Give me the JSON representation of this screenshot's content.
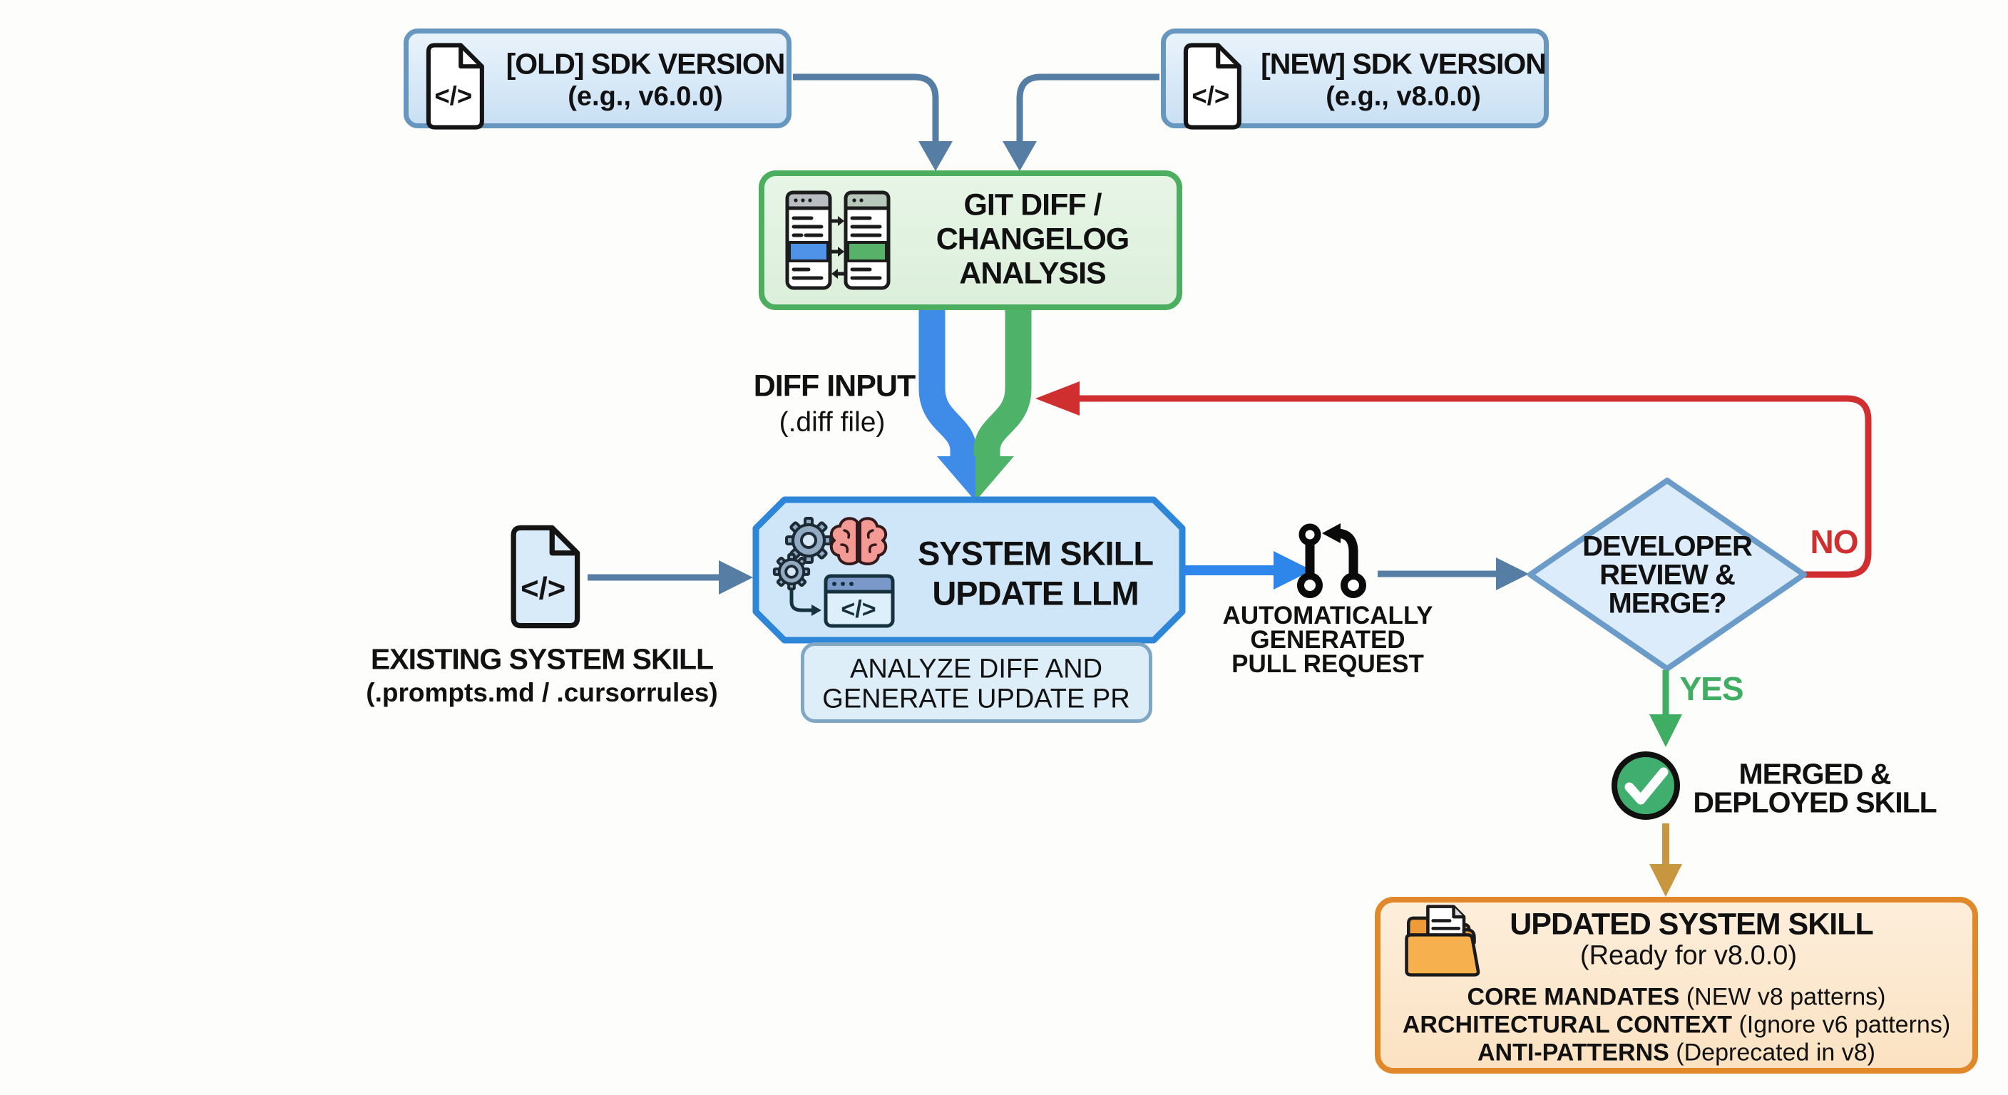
{
  "title": "SDK skill update flowchart",
  "colors": {
    "steel_blue_border": "#6796bf",
    "steel_blue_arrow": "#567ea4",
    "green_border": "#4caf5f",
    "blue_band": "#3e8be8",
    "green_band": "#4fb269",
    "llm_border": "#2e86d8",
    "bright_blue_arrow": "#2e86ea",
    "diamond_border": "#6b9cc9",
    "red": "#cf2f2f",
    "yes_green": "#3fae62",
    "check_green": "#3fae6e",
    "tan_arrow": "#c7963e",
    "orange_border": "#e0882a",
    "orange_fill": "#fbe4c6"
  },
  "old_sdk": {
    "line1": "[OLD] SDK VERSION",
    "line2": "(e.g., v6.0.0)"
  },
  "new_sdk": {
    "line1": "[NEW] SDK VERSION",
    "line2": "(e.g., v8.0.0)"
  },
  "git_diff": {
    "line1": "GIT DIFF /",
    "line2": "CHANGELOG",
    "line3": "ANALYSIS"
  },
  "diff_input": {
    "line1": "DIFF INPUT",
    "line2": "(.diff file)"
  },
  "existing_skill": {
    "line1": "EXISTING SYSTEM SKILL",
    "line2": "(.prompts.md / .cursorrules)"
  },
  "llm": {
    "line1": "SYSTEM SKILL",
    "line2": "UPDATE LLM"
  },
  "llm_sub": {
    "line1": "ANALYZE DIFF AND",
    "line2": "GENERATE UPDATE PR"
  },
  "pull_request": {
    "line1": "AUTOMATICALLY",
    "line2": "GENERATED",
    "line3": "PULL REQUEST"
  },
  "decision": {
    "line1": "DEVELOPER",
    "line2": "REVIEW &",
    "line3": "MERGE?"
  },
  "no_label": "NO",
  "yes_label": "YES",
  "merged": {
    "line1": "MERGED &",
    "line2": "DEPLOYED SKILL"
  },
  "updated": {
    "title": "UPDATED SYSTEM SKILL",
    "subtitle": "(Ready for v8.0.0)",
    "rows": [
      {
        "head": "CORE MANDATES",
        "rest": " (NEW v8 patterns)"
      },
      {
        "head": "ARCHITECTURAL CONTEXT",
        "rest": " (Ignore v6 patterns)"
      },
      {
        "head": "ANTI-PATTERNS",
        "rest": " (Deprecated in v8)"
      }
    ]
  }
}
